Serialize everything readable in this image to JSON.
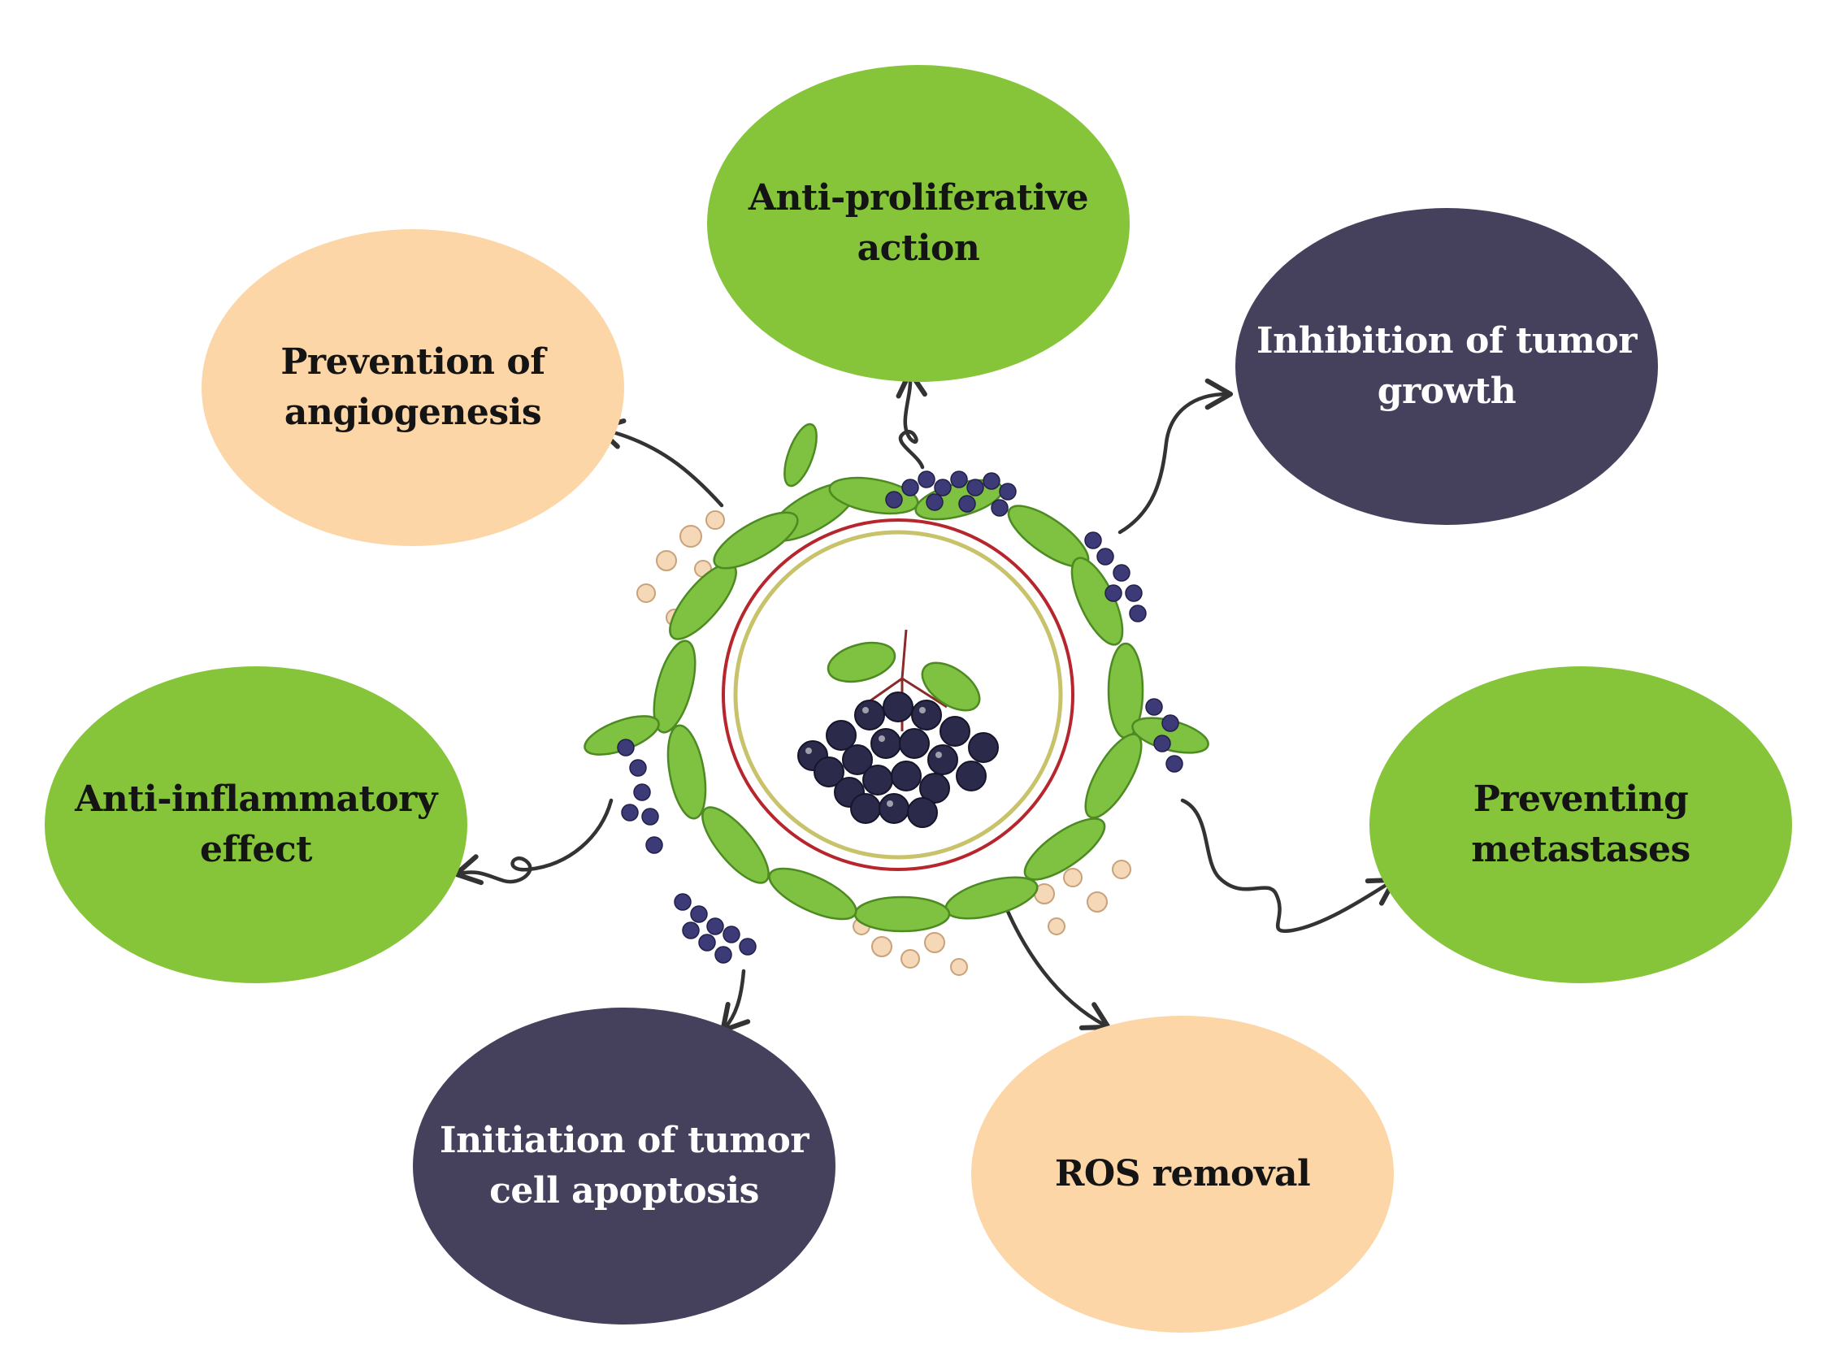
{
  "diagram": {
    "center_illustration": "elderberry-wreath",
    "nodes": [
      {
        "id": "top",
        "label": "Anti-proliferative\naction",
        "color": "green"
      },
      {
        "id": "top_left",
        "label": "Prevention of\nangiogenesis",
        "color": "peach"
      },
      {
        "id": "top_right",
        "label": "Inhibition of tumor\ngrowth",
        "color": "dark"
      },
      {
        "id": "left",
        "label": "Anti-inflammatory\neffect",
        "color": "green"
      },
      {
        "id": "right",
        "label": "Preventing\nmetastases",
        "color": "green"
      },
      {
        "id": "bottom_left",
        "label": "Initiation of tumor\ncell apoptosis",
        "color": "dark"
      },
      {
        "id": "bottom_right",
        "label": "ROS removal",
        "color": "peach"
      }
    ],
    "colors": {
      "green": "#86c43a",
      "peach": "#fcd6a6",
      "dark": "#45405c",
      "berry": "#2b2a4a",
      "leaf": "#7fc241",
      "arrow": "#333333"
    }
  }
}
